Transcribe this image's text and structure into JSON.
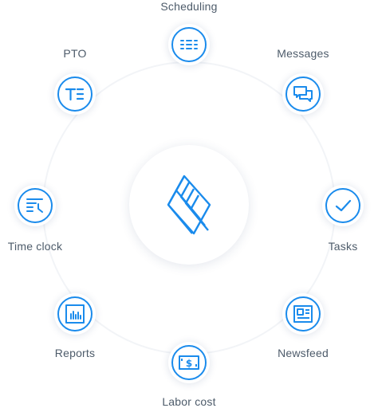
{
  "features": [
    {
      "id": "scheduling",
      "label": "Scheduling",
      "icon": "scheduling-grid-icon"
    },
    {
      "id": "messages",
      "label": "Messages",
      "icon": "chat-bubbles-icon"
    },
    {
      "id": "tasks",
      "label": "Tasks",
      "icon": "checkmark-icon"
    },
    {
      "id": "newsfeed",
      "label": "Newsfeed",
      "icon": "newspaper-icon"
    },
    {
      "id": "labor-cost",
      "label": "Labor cost",
      "icon": "dollar-bill-icon"
    },
    {
      "id": "reports",
      "label": "Reports",
      "icon": "bar-chart-icon"
    },
    {
      "id": "time-clock",
      "label": "Time clock",
      "icon": "time-clock-icon"
    },
    {
      "id": "pto",
      "label": "PTO",
      "icon": "pto-icon"
    }
  ],
  "center": {
    "icon": "cube-logo-icon"
  },
  "colors": {
    "accent": "#1a8bec",
    "label": "#4d5b6a",
    "ring": "#f2f4f7"
  }
}
